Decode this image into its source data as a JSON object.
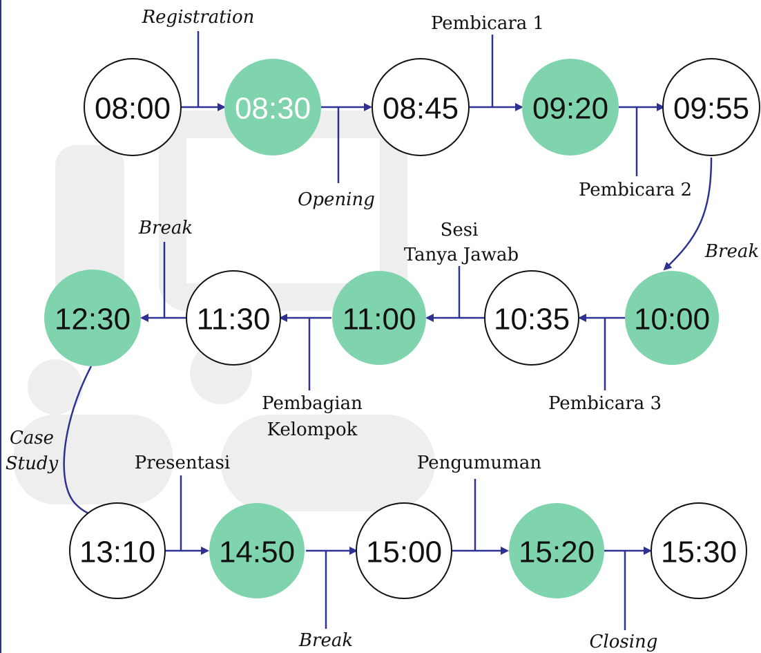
{
  "colors": {
    "accent_fill": "#7fd3ad",
    "node_stroke": "#111111",
    "connector": "#2e3192",
    "watermark": "#eeeeee"
  },
  "nodes": [
    {
      "id": "n0800",
      "time": "08:00",
      "highlight": false
    },
    {
      "id": "n0830",
      "time": "08:30",
      "highlight": true
    },
    {
      "id": "n0845",
      "time": "08:45",
      "highlight": false
    },
    {
      "id": "n0920",
      "time": "09:20",
      "highlight": true
    },
    {
      "id": "n0955",
      "time": "09:55",
      "highlight": false
    },
    {
      "id": "n1000",
      "time": "10:00",
      "highlight": true
    },
    {
      "id": "n1035",
      "time": "10:35",
      "highlight": false
    },
    {
      "id": "n1100",
      "time": "11:00",
      "highlight": true
    },
    {
      "id": "n1130",
      "time": "11:30",
      "highlight": false
    },
    {
      "id": "n1230",
      "time": "12:30",
      "highlight": true
    },
    {
      "id": "n1310",
      "time": "13:10",
      "highlight": false
    },
    {
      "id": "n1450",
      "time": "14:50",
      "highlight": true
    },
    {
      "id": "n1500",
      "time": "15:00",
      "highlight": false
    },
    {
      "id": "n1520",
      "time": "15:20",
      "highlight": true
    },
    {
      "id": "n1530",
      "time": "15:30",
      "highlight": false
    }
  ],
  "labels": {
    "registration": "Registration",
    "opening": "Opening",
    "pembicara_1": "Pembicara 1",
    "pembicara_2": "Pembicara 2",
    "break_1": "Break",
    "pembicara_3": "Pembicara 3",
    "sesi_tanya_jawab_line1": "Sesi",
    "sesi_tanya_jawab_line2": "Tanya Jawab",
    "pembagian_kelompok_line1": "Pembagian",
    "pembagian_kelompok_line2": "Kelompok",
    "break_2": "Break",
    "case_study_line1": "Case",
    "case_study_line2": "Study",
    "presentasi": "Presentasi",
    "break_3": "Break",
    "pengumuman": "Pengumuman",
    "closing": "Closing"
  }
}
